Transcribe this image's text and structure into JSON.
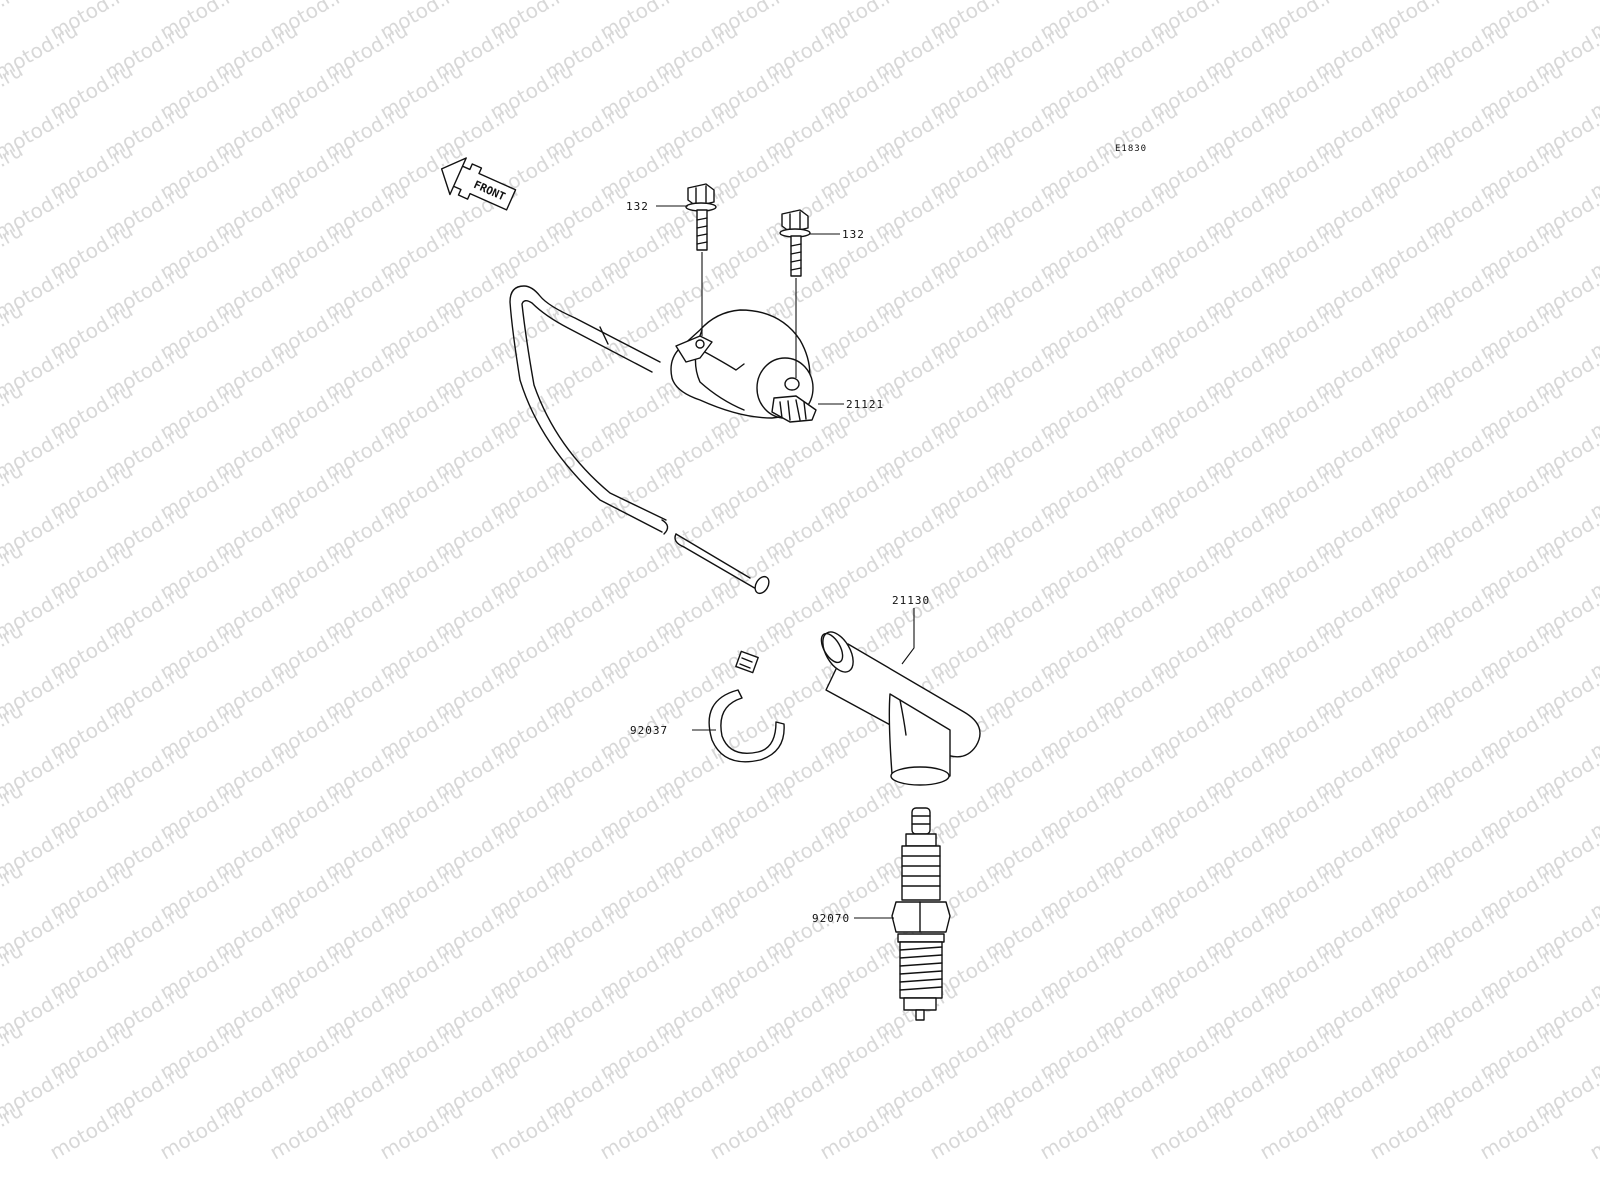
{
  "diagram_code": "E1830",
  "front_arrow_label": "FRONT",
  "watermark_text": "motod.ru",
  "callouts": {
    "bolt_left": "132",
    "bolt_right": "132",
    "ignition_coil": "21121",
    "plug_cap": "21130",
    "clamp": "92037",
    "spark_plug": "92070"
  },
  "colors": {
    "line": "#111111",
    "watermark": "#d8d8d8",
    "background": "#ffffff"
  }
}
